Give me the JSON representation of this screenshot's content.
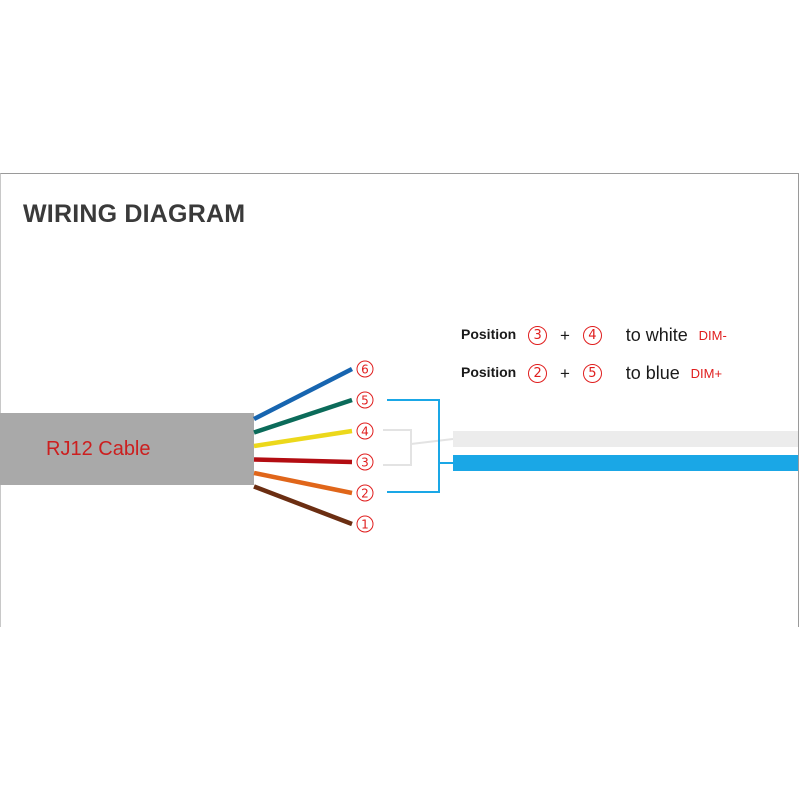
{
  "title": "WIRING DIAGRAM",
  "cable": {
    "label": "RJ12 Cable",
    "color": "#a9a9a9"
  },
  "pins": [
    {
      "number": "6",
      "color": "#1765b0"
    },
    {
      "number": "5",
      "color": "#0b6b5a"
    },
    {
      "number": "4",
      "color": "#ecd81b"
    },
    {
      "number": "3",
      "color": "#b30d12"
    },
    {
      "number": "2",
      "color": "#e0661a"
    },
    {
      "number": "1",
      "color": "#6b2e12"
    }
  ],
  "legend": [
    {
      "prefix": "Position",
      "a": "3",
      "plus": "+",
      "b": "4",
      "target": "to white",
      "signal": "DIM-"
    },
    {
      "prefix": "Position",
      "a": "2",
      "plus": "+",
      "b": "5",
      "target": "to blue",
      "signal": "DIM+"
    }
  ],
  "outputs": {
    "white_color": "#ececec",
    "blue_color": "#1aa7e6",
    "bracket_white": "#e3e3e3",
    "bracket_blue": "#1aa7e6"
  }
}
